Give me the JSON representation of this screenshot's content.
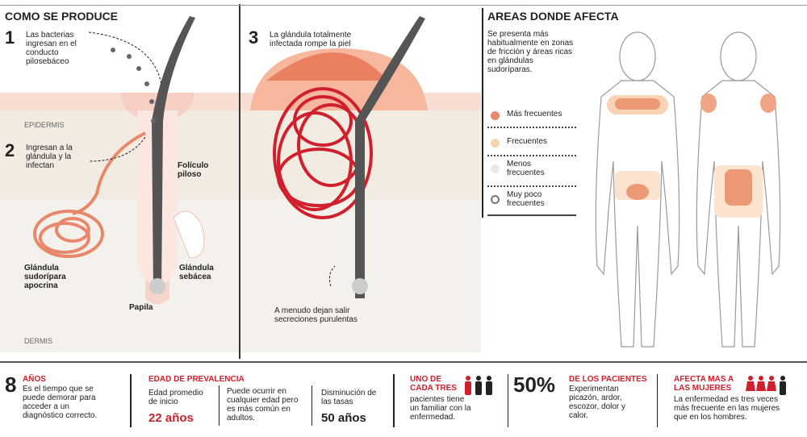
{
  "panel1": {
    "title": "COMO SE PRODUCE",
    "step1_num": "1",
    "step1_text": "Las bacterias ingresan en el conducto pilosebáceo",
    "epidermis": "EPIDERMIS",
    "step2_num": "2",
    "step2_text": "Ingresan a la glándula y la infectan",
    "foliculo": "Folículo piloso",
    "sudoripara": "Glándula sudorípara apocrina",
    "sebacea": "Glándula sebácea",
    "papila": "Papila",
    "dermis": "DERMIS"
  },
  "panel3": {
    "step3_num": "3",
    "step3_text": "La glándula totalmente infectada rompe la piel",
    "secreciones": "A menudo dejan salir secreciones purulentas"
  },
  "areas": {
    "title": "AREAS DONDE AFECTA",
    "intro": "Se presenta más habitualmente en zonas de fricción y áreas ricas en glándulas sudoríparas.",
    "legend": [
      {
        "label": "Más frecuentes",
        "color": "#e9876a"
      },
      {
        "label": "Frecuentes",
        "color": "#f6d3b0"
      },
      {
        "label": "Menos frecuentes",
        "color": "#ebe9e6"
      },
      {
        "label": "Muy poco frecuentes",
        "color": "#ffffff"
      }
    ]
  },
  "stats": {
    "s1": {
      "big": "8",
      "head": "AÑOS",
      "text": "Es el tiempo que se puede demorar para acceder a un diagnóstico correcto."
    },
    "s2": {
      "head": "EDAD DE PREVALENCIA",
      "a_text": "Edad promedio de inicio",
      "a_value": "22 años",
      "b_text": "Puede ocurrir en cualquier edad pero es más común en adultos.",
      "c_text": "Disminución de las tasas",
      "c_value": "50 años"
    },
    "s3": {
      "head": "UNO DE CADA TRES",
      "text": "pacientes tiene un familiar con la enfermedad."
    },
    "s4": {
      "big": "50%",
      "head": "DE LOS PACIENTES",
      "text": "Experimentan picazón, ardor, escozor, dolor y calor."
    },
    "s5": {
      "head": "AFECTA MAS A LAS MUJERES",
      "text": "La enfermedad es tres veces más frecuente en las mujeres que en los hombres."
    }
  },
  "colors": {
    "red": "#d0202e",
    "skin": "#f2ebe1",
    "epidermis": "#f8ddd3",
    "gland": "#e9876a"
  }
}
